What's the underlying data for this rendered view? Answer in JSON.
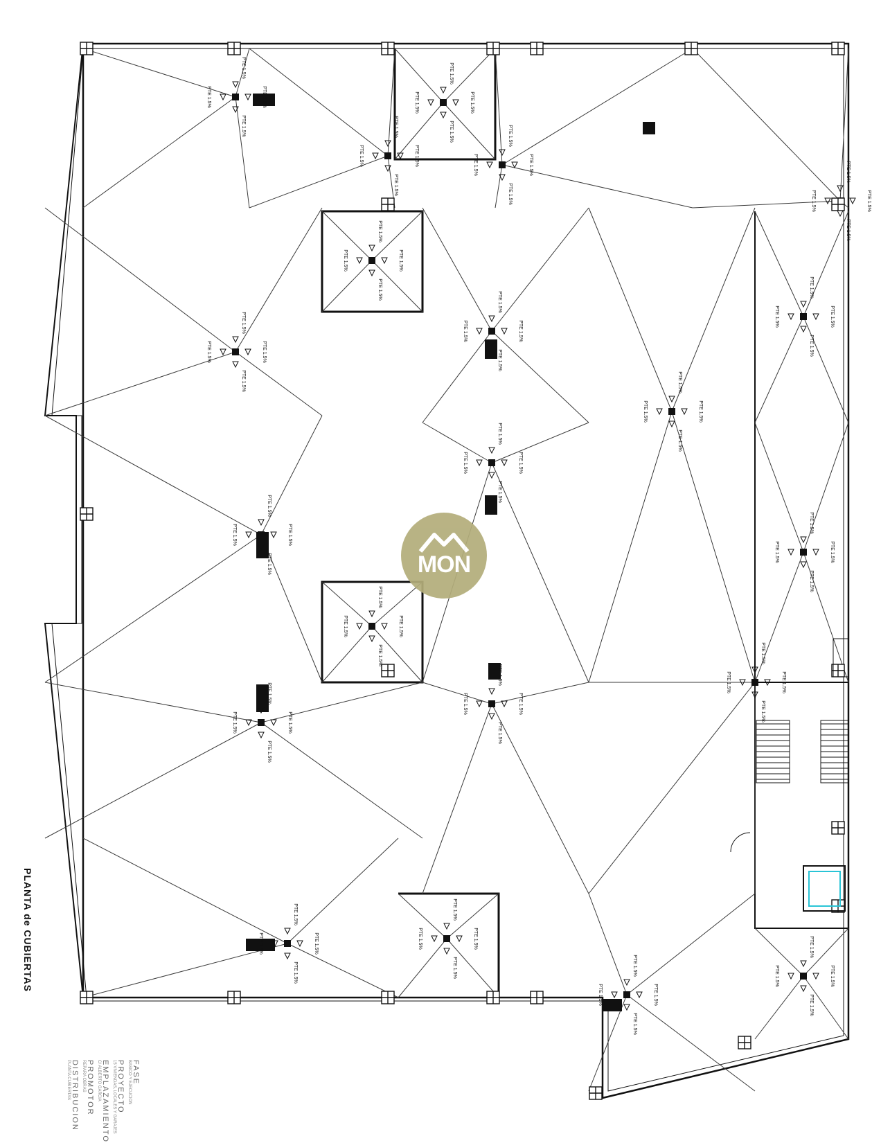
{
  "title": "PLANTA  de CUBIERTAS",
  "watermark": {
    "text": "MON",
    "color": "#b3ad7a"
  },
  "slope_label": "PTE 1.5%",
  "title_block": [
    {
      "big": "FASE",
      "small": "BASICO Y EJECUCION"
    },
    {
      "big": "PROYECTO",
      "small": "15 VIVIENDAS, LOCALES Y GARAJES"
    },
    {
      "big": "EMPLAZAMIENTO",
      "small": "C/ ALBERTO GARCIA"
    },
    {
      "big": "PROMOTOR",
      "small": "REPARA OBRAS"
    },
    {
      "big": "DISTRIBUCION",
      "small": "PLANTA CUBIERTAS"
    }
  ],
  "colors": {
    "line": "#3a3a3a",
    "wall": "#111111",
    "lift": "#29c4d6"
  }
}
